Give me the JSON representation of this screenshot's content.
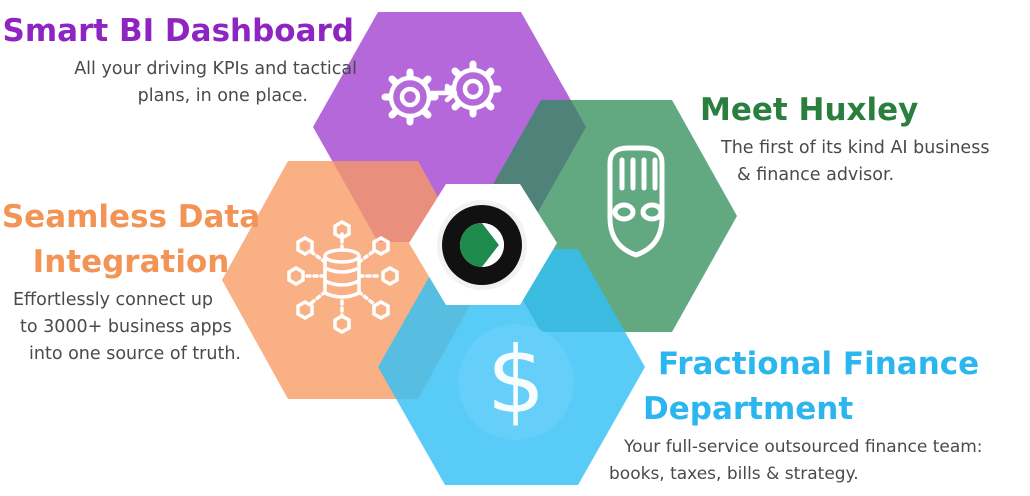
{
  "colors": {
    "purple": "#a74ed2",
    "green": "#2e8b57",
    "orange": "#f79a63",
    "blue": "#33bff5",
    "purple_title": "#8e24c1",
    "green_title": "#2a7f3f",
    "orange_title": "#f39457",
    "blue_title": "#2cb6f0",
    "text": "#4a4a4a"
  },
  "center_logo": {
    "icon": "play-circle-logo-icon"
  },
  "sections": {
    "bi": {
      "title": "Smart BI Dashboard",
      "desc_line1": "All your driving KPIs and tactical",
      "desc_line2": "plans, in one place.",
      "icon": "gears-icon"
    },
    "huxley": {
      "title": "Meet Huxley",
      "desc_line1": "The first of its kind AI business",
      "desc_line2": "& finance advisor.",
      "icon": "alien-face-icon"
    },
    "data": {
      "title_line1": "Seamless Data",
      "title_line2": "Integration",
      "desc_line1": "Effortlessly connect up",
      "desc_line2": "to 3000+ business apps",
      "desc_line3": "into one source of truth.",
      "icon": "database-network-icon"
    },
    "finance": {
      "title_line1": "Fractional Finance",
      "title_line2": "Department",
      "desc_line1": "Your full-service outsourced finance team:",
      "desc_line2": "books, taxes, bills & strategy.",
      "icon": "dollar-icon"
    }
  }
}
